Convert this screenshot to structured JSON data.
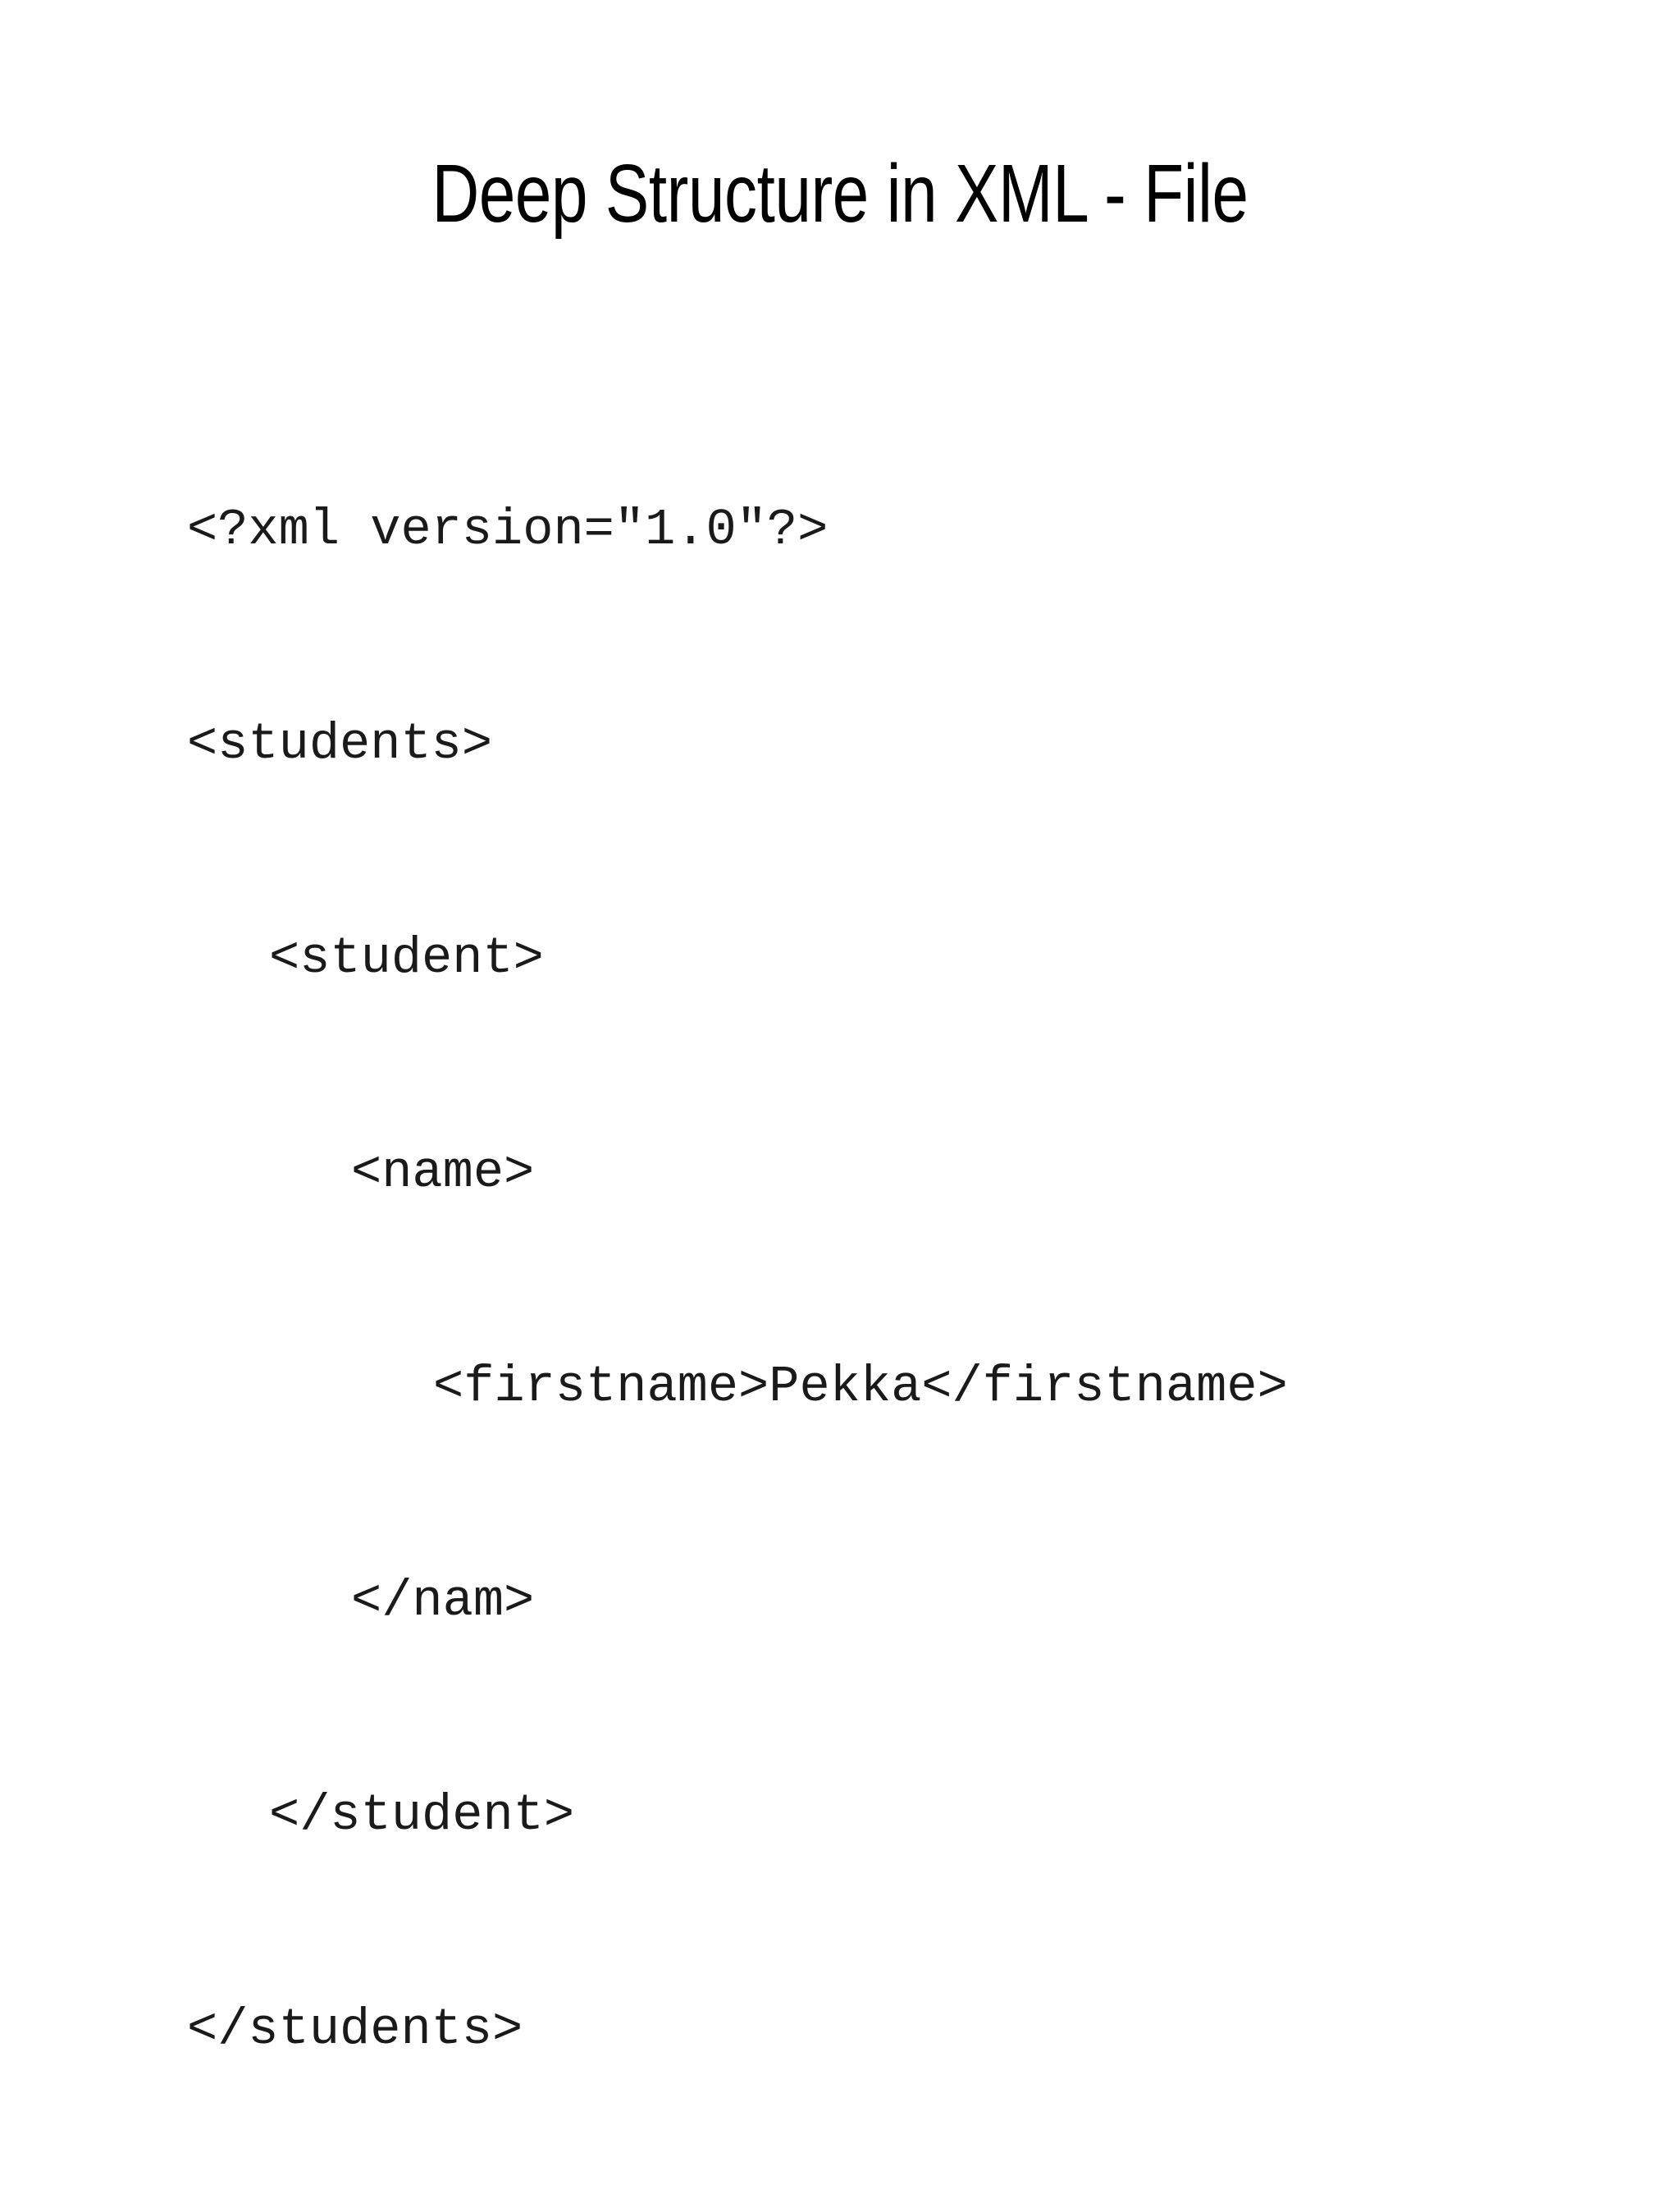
{
  "slide": {
    "title": "Deep Structure in XML - File",
    "background_color": "#ffffff",
    "text_color": "#000000"
  },
  "code": {
    "language": "xml",
    "lines": [
      {
        "text": "<?xml version=\"1.0\"?>",
        "indent": 0
      },
      {
        "text": "<students>",
        "indent": 0
      },
      {
        "text": "<student>",
        "indent": 1
      },
      {
        "text": "<name>",
        "indent": 2
      },
      {
        "text": "<firstname>Pekka</firstname>",
        "indent": 3
      },
      {
        "text": "</nam>",
        "indent": 2
      },
      {
        "text": "</student>",
        "indent": 1
      },
      {
        "text": "</students>",
        "indent": 0
      }
    ]
  }
}
